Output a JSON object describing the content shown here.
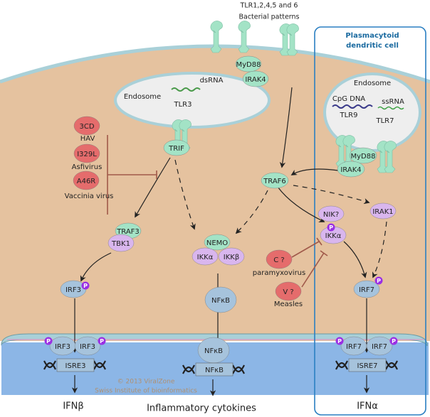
{
  "header": {
    "receptor_label": "TLR1,2,4,5 and 6",
    "ligand_label": "Bacterial patterns"
  },
  "pdc": {
    "title_line1": "Plasmacytoid",
    "title_line2": "dendritic cell"
  },
  "endosome_left": {
    "label": "Endosome",
    "ligand": "dsRNA",
    "receptor": "TLR3"
  },
  "endosome_right": {
    "label": "Endosome",
    "ligand1": "CpG DNA",
    "ligand2": "ssRNA",
    "receptor1": "TLR9",
    "receptor2": "TLR7"
  },
  "nodes": {
    "myd88": "MyD88",
    "irak4": "IRAK4",
    "trif": "TRIF",
    "traf6": "TRAF6",
    "myd88b": "MyD88",
    "irak4b": "IRAK4",
    "nik": "NIK?",
    "irak1": "IRAK1",
    "ikka_r": "IKKα",
    "traf3": "TRAF3",
    "tbk1": "TBK1",
    "nemo": "NEMO",
    "ikka": "IKKα",
    "ikkb": "IKKβ",
    "irf3": "IRF3",
    "irf7": "IRF7",
    "nfkb": "NFκB",
    "irf3a": "IRF3",
    "irf3b": "IRF3",
    "nfkb_n": "NFκB",
    "irf7a": "IRF7",
    "irf7b": "IRF7",
    "v3cd": "3CD",
    "vi329l": "I329L",
    "va46r": "A46R",
    "vc": "C ?",
    "vv": "V ?"
  },
  "promoters": {
    "isre3": "ISRE3",
    "nfkb_site": "NFκB",
    "isre7": "ISRE7"
  },
  "viruses": {
    "hav": "HAV",
    "asfi": "Asfivirus",
    "vaccinia": "Vaccinia virus",
    "paramyxo": "paramyxovirus",
    "measles": "Measles"
  },
  "phospho_label": "P",
  "outputs": {
    "ifnb": "IFNβ",
    "cytokines": "Inflammatory cytokines",
    "ifna": "IFNα"
  },
  "copyright": {
    "line1": "© 2013 ViralZone",
    "line2": "Swiss Institute of bioinformatics"
  },
  "colors": {
    "cytoplasm": "#e5c29f",
    "nucleus": "#8cb6e6",
    "membrane": "#a9d0d8",
    "adaptor": "#a3e3c6",
    "kinase": "#d9b6ee",
    "viral": "#e56c6c",
    "irf": "#a6c3dc",
    "phospho": "#9a2fe3",
    "pdc_border": "#2a7fc2",
    "inhibit": "#a0594a"
  }
}
